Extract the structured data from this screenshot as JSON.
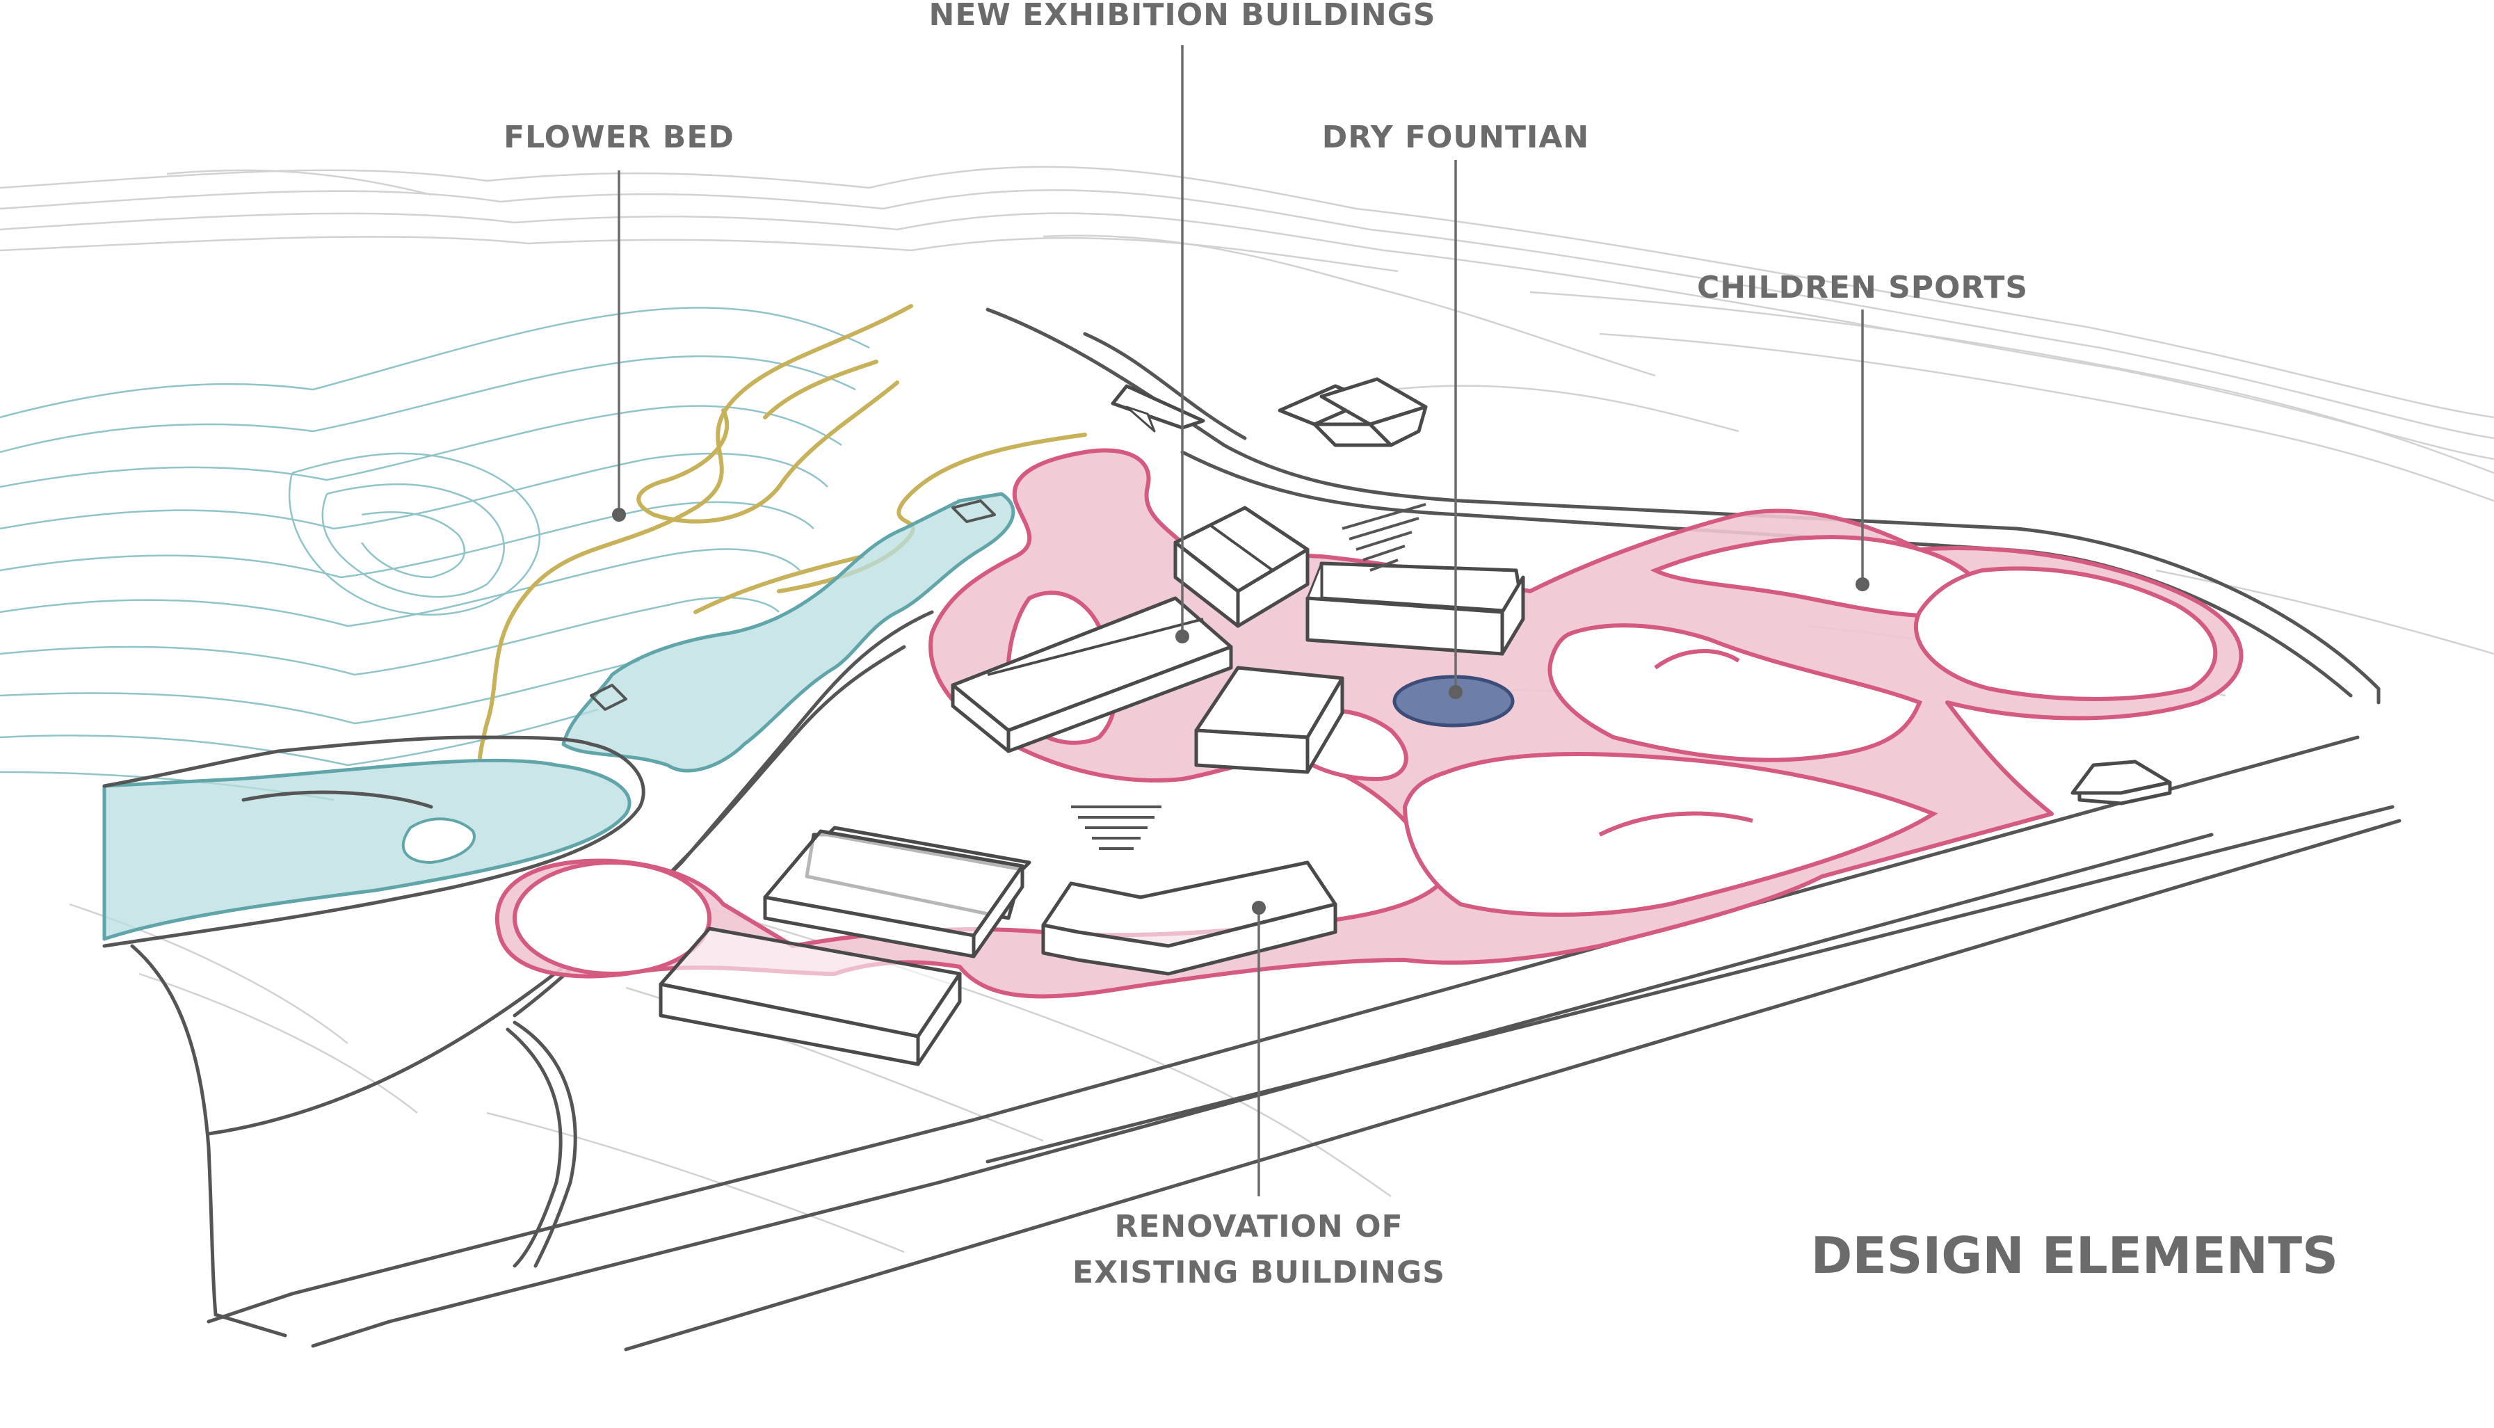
{
  "labels": {
    "new_exhibition": "NEW EXHIBITION BUILDINGS",
    "flower_bed": "FLOWER BED",
    "dry_fountain": "DRY FOUNTIAN",
    "children_sports": "CHILDREN SPORTS",
    "renovation_line1": "RENOVATION OF",
    "renovation_line2": "EXISTING BUILDINGS"
  },
  "title": "DESIGN ELEMENTS",
  "colors": {
    "plaza": "#f0c5d2",
    "plaza_stroke": "#d45a80",
    "water": "#b8dde0",
    "water_stroke": "#5fa5aa",
    "flower_path": "#c7b25a",
    "fountain": "#6d7ea8",
    "label_text": "#6b6b6b"
  }
}
